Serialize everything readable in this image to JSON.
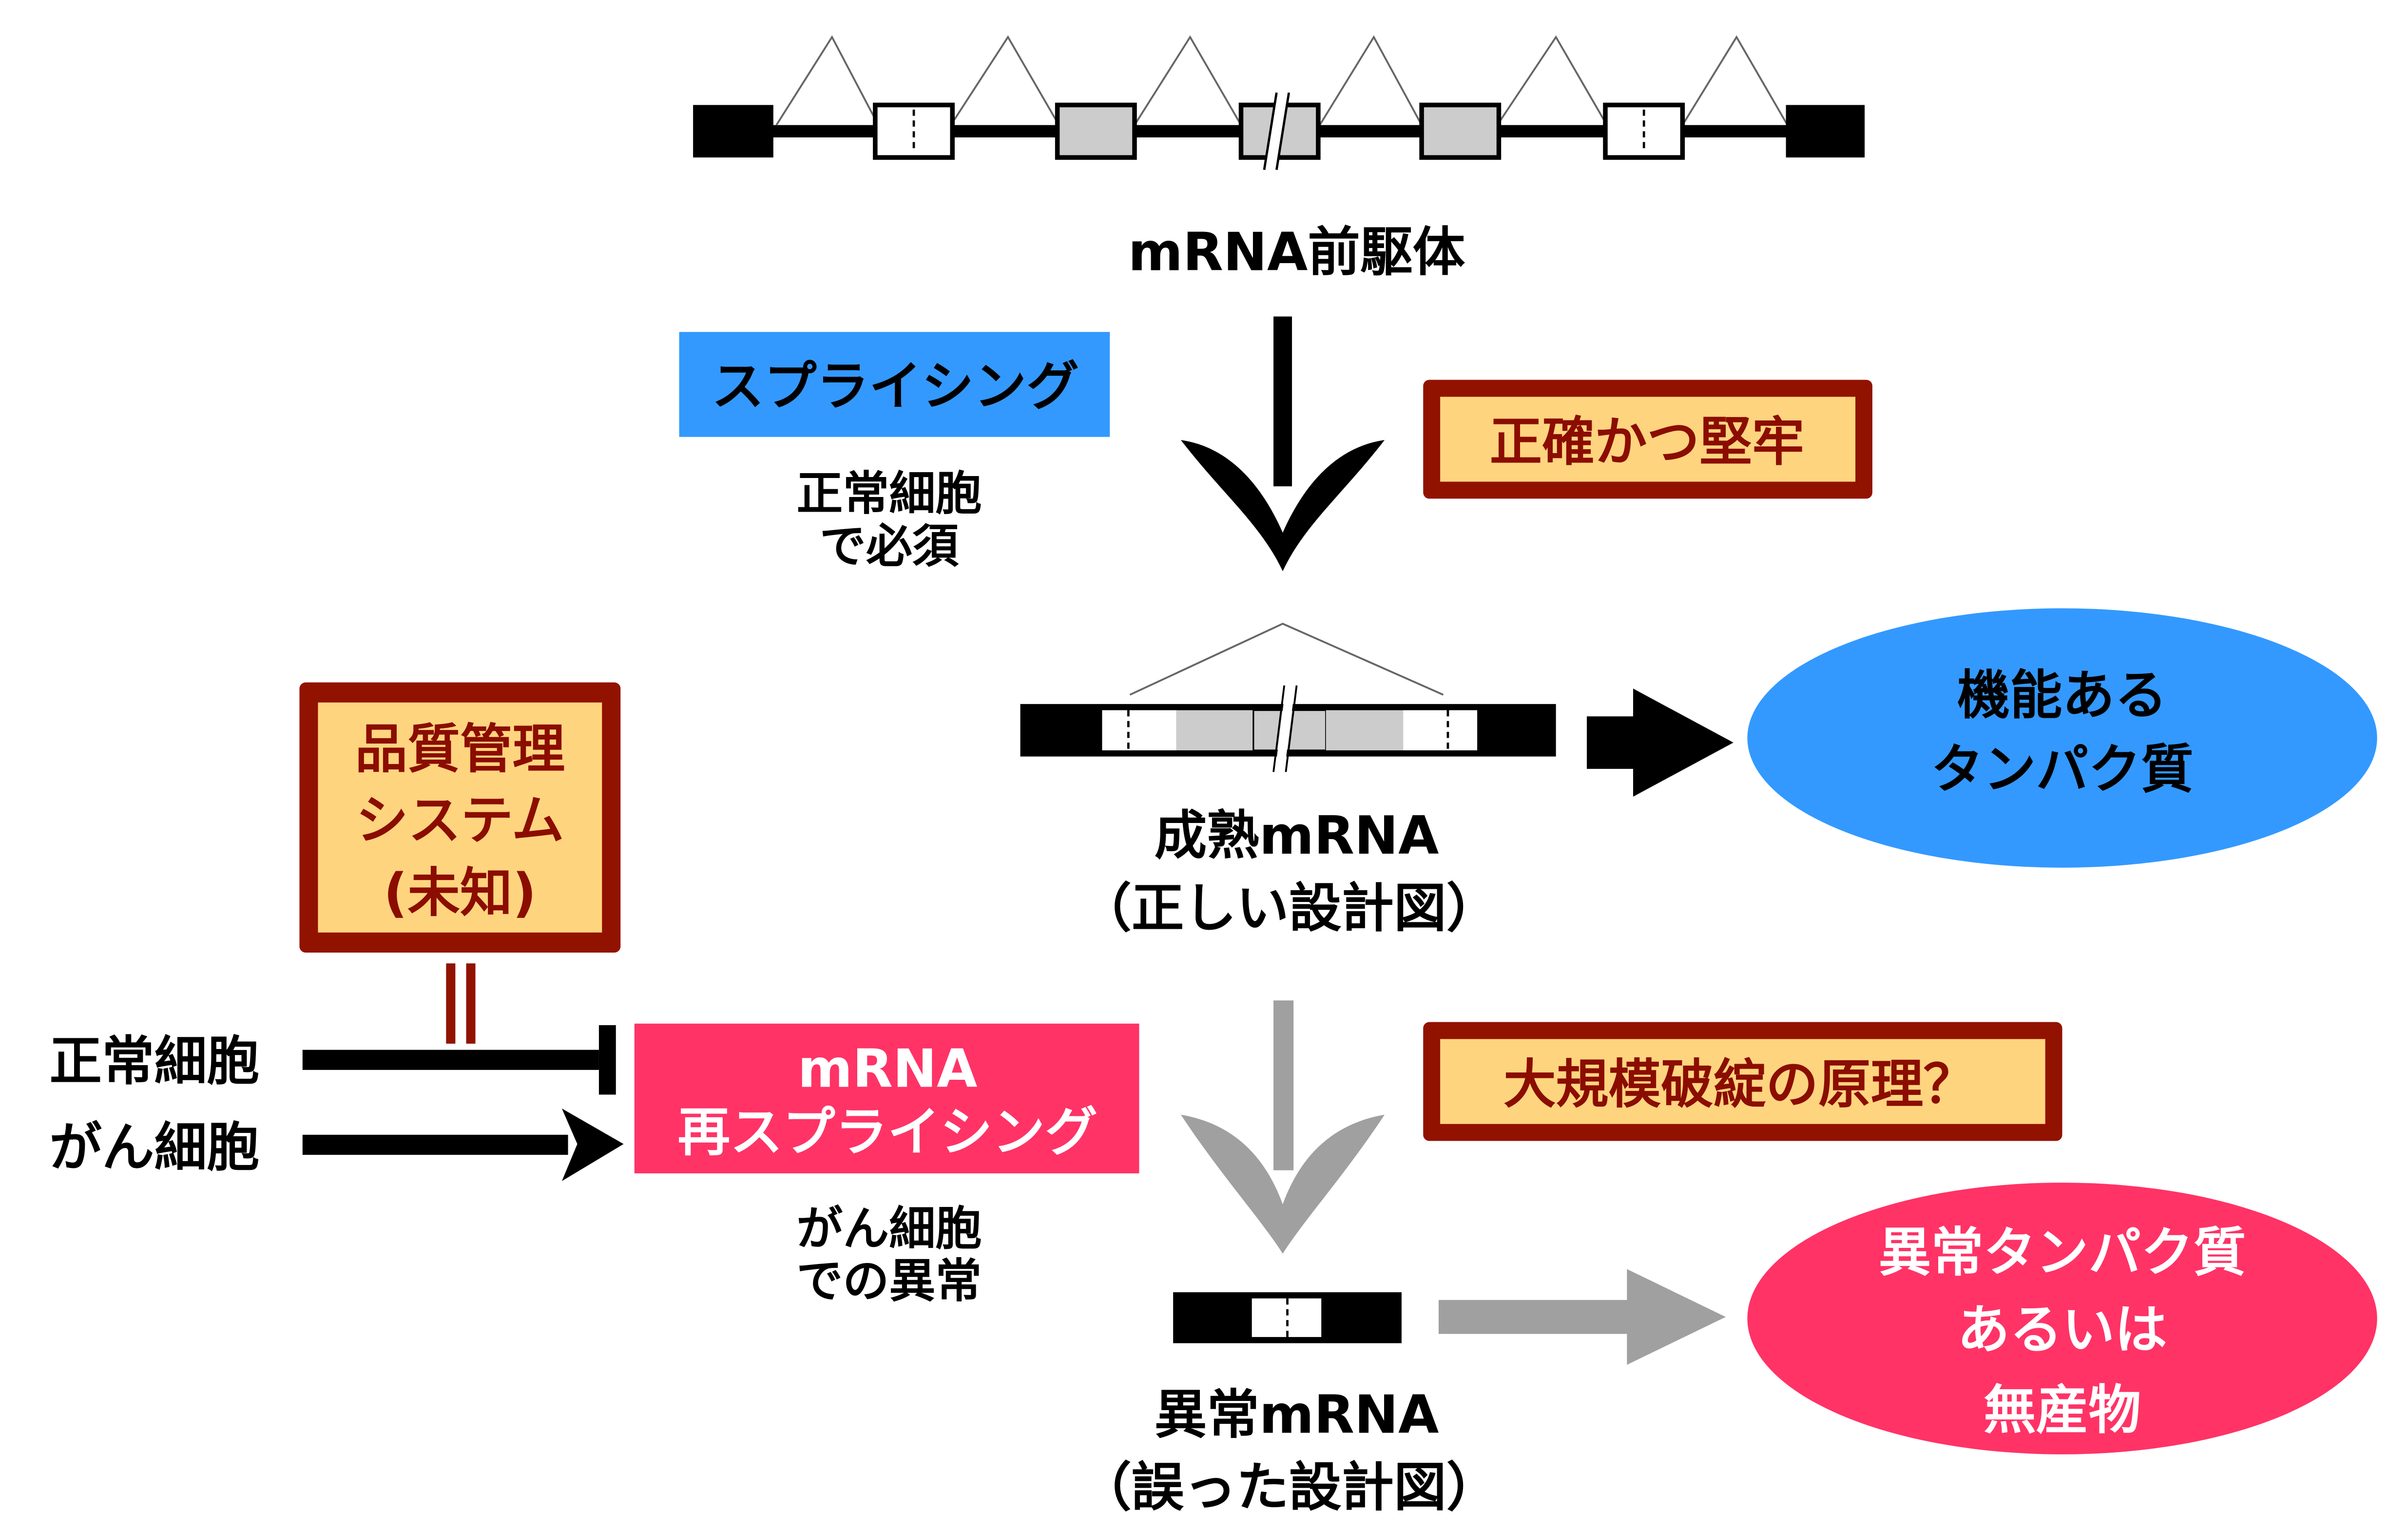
{
  "colors": {
    "blue": "#3399ff",
    "pink": "#ff3366",
    "dark_red": "#921200",
    "cream": "#ffd47f",
    "gray_exon": "#cccccc",
    "gray_arrow": "#a0a0a0",
    "black": "#000000"
  },
  "pre_mrna": {
    "label": "mRNA前駆体",
    "exons": [
      "black",
      "white-dashed",
      "gray",
      "gray-break",
      "gray",
      "white-dashed",
      "black"
    ]
  },
  "splicing": {
    "badge": "スプライシング",
    "note_line1": "正常細胞",
    "note_line2": "で必須",
    "callout": "正確かつ堅牢"
  },
  "mature_mrna": {
    "label_line1": "成熟mRNA",
    "label_line2": "（正しい設計図）"
  },
  "functional_protein": {
    "line1": "機能ある",
    "line2": "タンパク質"
  },
  "quality_control": {
    "line1": "品質管理",
    "line2": "システム",
    "line3": "(未知)"
  },
  "cells": {
    "normal": "正常細胞",
    "cancer": "がん細胞"
  },
  "resplicing": {
    "line1": "mRNA",
    "line2": "再スプライシング",
    "note_line1": "がん細胞",
    "note_line2": "での異常",
    "callout": "大規模破綻の原理？"
  },
  "abnormal_mrna": {
    "label_line1": "異常mRNA",
    "label_line2": "（誤った設計図）"
  },
  "abnormal_protein": {
    "line1": "異常タンパク質",
    "line2": "あるいは",
    "line3": "無産物"
  }
}
